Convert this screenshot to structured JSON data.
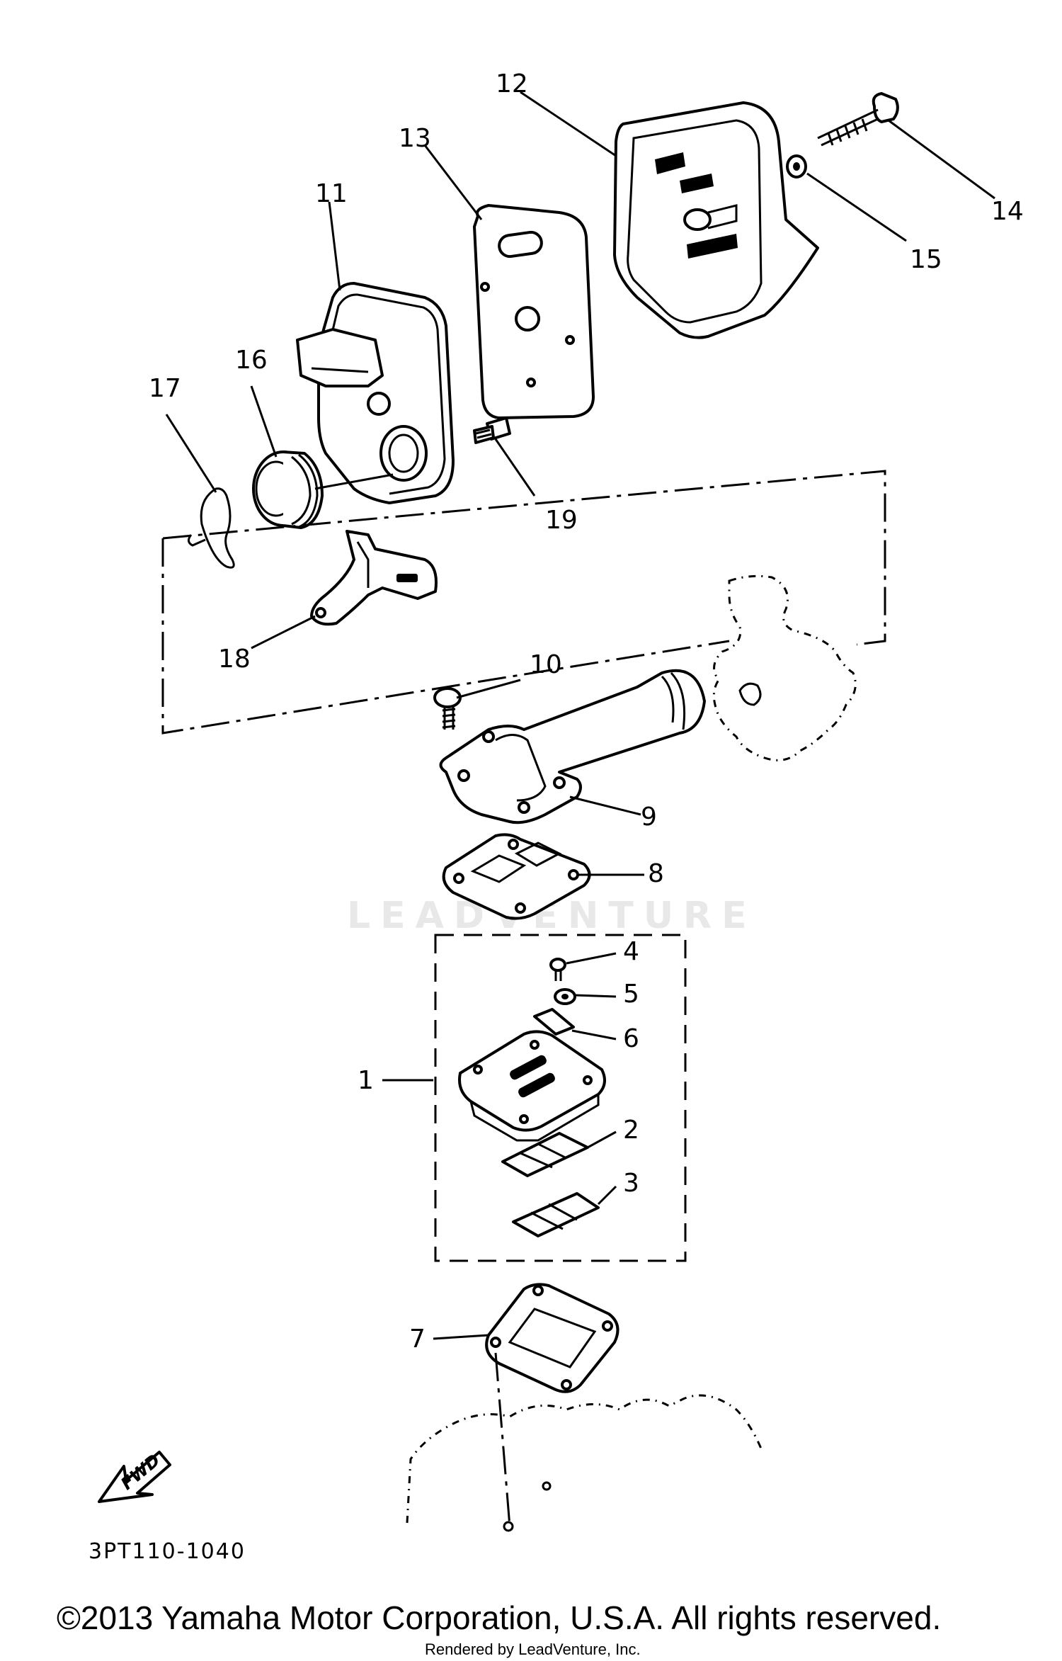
{
  "diagram": {
    "part_code": "3PT110-1040",
    "fwd_label": "FWD",
    "watermark": "LEADVENTURE",
    "copyright": "©2013 Yamaha Motor Corporation, U.S.A. All rights reserved.",
    "rendered_by": "Rendered by LeadVenture, Inc.",
    "callouts": {
      "c1": "1",
      "c2": "2",
      "c3": "3",
      "c4": "4",
      "c5": "5",
      "c6": "6",
      "c7": "7",
      "c8": "8",
      "c9": "9",
      "c10": "10",
      "c11": "11",
      "c12": "12",
      "c13": "13",
      "c14": "14",
      "c15": "15",
      "c16": "16",
      "c17": "17",
      "c18": "18",
      "c19": "19"
    }
  }
}
